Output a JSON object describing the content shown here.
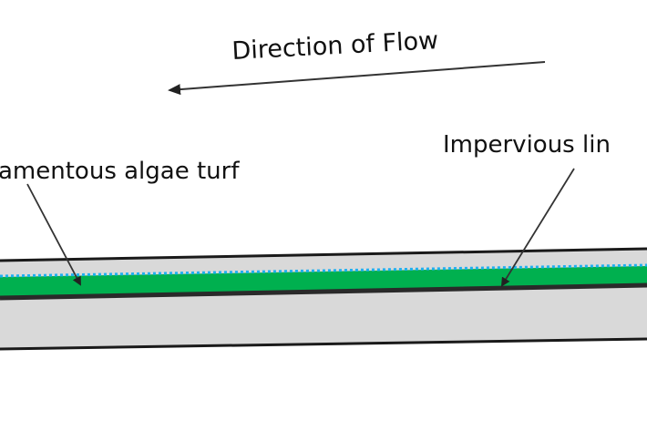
{
  "diagram": {
    "flow_label": "Direction of Flow",
    "algae_label": "amentous algae turf",
    "liner_label": "Impervious lin",
    "colors": {
      "channel_fill": "#d9d9d9",
      "algae": "#00b04f",
      "water_line": "#1fb0f0",
      "outline": "#1a1a1a"
    }
  }
}
